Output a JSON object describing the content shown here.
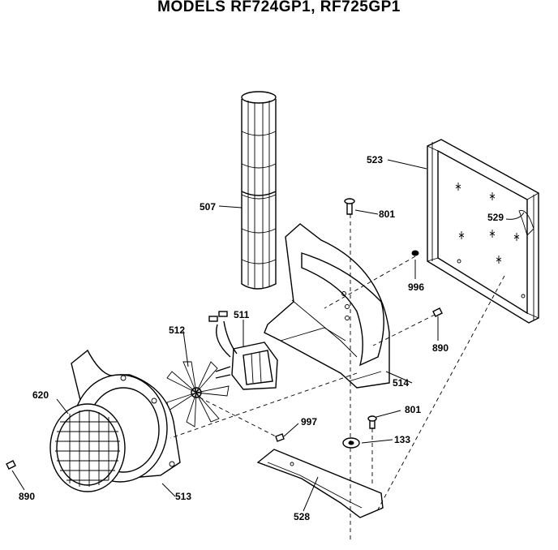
{
  "header": {
    "title": "MODELS RF724GP1, RF725GP1"
  },
  "callouts": [
    {
      "id": "523",
      "label": "523",
      "part": "panel"
    },
    {
      "id": "529",
      "label": "529",
      "part": "panel-insulation"
    },
    {
      "id": "507",
      "label": "507",
      "part": "blower-wheel"
    },
    {
      "id": "801a",
      "label": "801",
      "part": "screw"
    },
    {
      "id": "996",
      "label": "996",
      "part": "nut"
    },
    {
      "id": "511",
      "label": "511",
      "part": "motor"
    },
    {
      "id": "512",
      "label": "512",
      "part": "fan-blade"
    },
    {
      "id": "890a",
      "label": "890",
      "part": "screw"
    },
    {
      "id": "514",
      "label": "514",
      "part": "motor-bracket"
    },
    {
      "id": "620",
      "label": "620",
      "part": "grille"
    },
    {
      "id": "997",
      "label": "997",
      "part": "clip"
    },
    {
      "id": "801b",
      "label": "801",
      "part": "screw"
    },
    {
      "id": "133",
      "label": "133",
      "part": "grommet"
    },
    {
      "id": "890b",
      "label": "890",
      "part": "screw"
    },
    {
      "id": "513",
      "label": "513",
      "part": "blower-housing"
    },
    {
      "id": "528",
      "label": "528",
      "part": "mounting-plate"
    }
  ]
}
